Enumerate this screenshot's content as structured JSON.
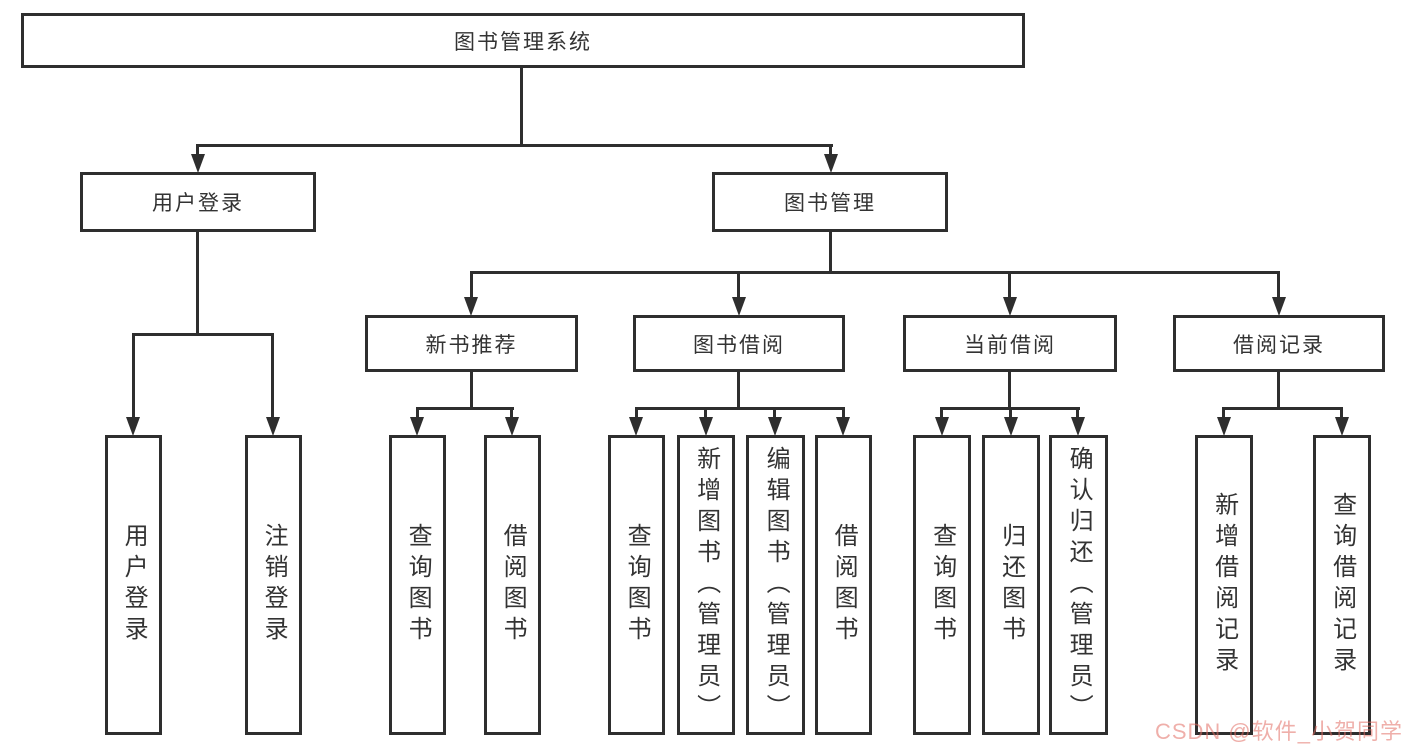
{
  "diagram": {
    "root": {
      "label": "图书管理系统"
    },
    "branches": [
      {
        "label": "用户登录",
        "children": [
          {
            "label": "用户登录"
          },
          {
            "label": "注销登录"
          }
        ]
      },
      {
        "label": "图书管理",
        "children": [
          {
            "label": "新书推荐",
            "children": [
              {
                "label": "查询图书"
              },
              {
                "label": "借阅图书"
              }
            ]
          },
          {
            "label": "图书借阅",
            "children": [
              {
                "label": "查询图书"
              },
              {
                "label": "新增图书（管理员）"
              },
              {
                "label": "编辑图书（管理员）"
              },
              {
                "label": "借阅图书"
              }
            ]
          },
          {
            "label": "当前借阅",
            "children": [
              {
                "label": "查询图书"
              },
              {
                "label": "归还图书"
              },
              {
                "label": "确认归还（管理员）"
              }
            ]
          },
          {
            "label": "借阅记录",
            "children": [
              {
                "label": "新增借阅记录"
              },
              {
                "label": "查询借阅记录"
              }
            ]
          }
        ]
      }
    ],
    "colors": {
      "line": "#2e2e2e",
      "text": "#333333",
      "box_fill": "#ffffff"
    }
  },
  "watermark": {
    "text": "CSDN @软件_小贺同学",
    "color": "rgba(226,110,100,0.55)"
  }
}
